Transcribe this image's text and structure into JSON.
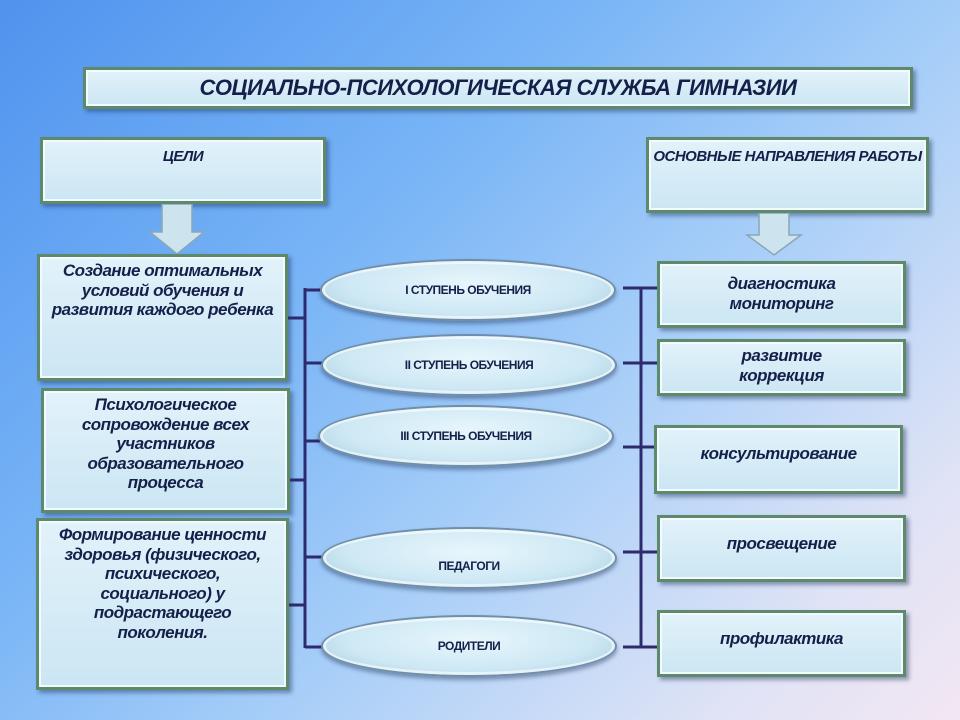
{
  "title": "СОЦИАЛЬНО-ПСИХОЛОГИЧЕСКАЯ СЛУЖБА ГИМНАЗИИ",
  "goals_header": "ЦЕЛИ",
  "directions_header": "ОСНОВНЫЕ НАПРАВЛЕНИЯ РАБОТЫ",
  "goals": [
    "Создание оптимальных условий обучения и развития каждого ребенка",
    "Психологическое сопровождение всех участников образовательного процесса",
    "Формирование ценности здоровья (физического, психического, социального) у подрастающего поколения."
  ],
  "participants": [
    "I СТУПЕНЬ ОБУЧЕНИЯ",
    "II СТУПЕНЬ ОБУЧЕНИЯ",
    "III СТУПЕНЬ ОБУЧЕНИЯ",
    "ПЕДАГОГИ",
    "РОДИТЕЛИ"
  ],
  "directions": [
    "диагностика мониторинг",
    "развитие коррекция",
    "консультирование",
    "просвещение",
    "профилактика"
  ]
}
